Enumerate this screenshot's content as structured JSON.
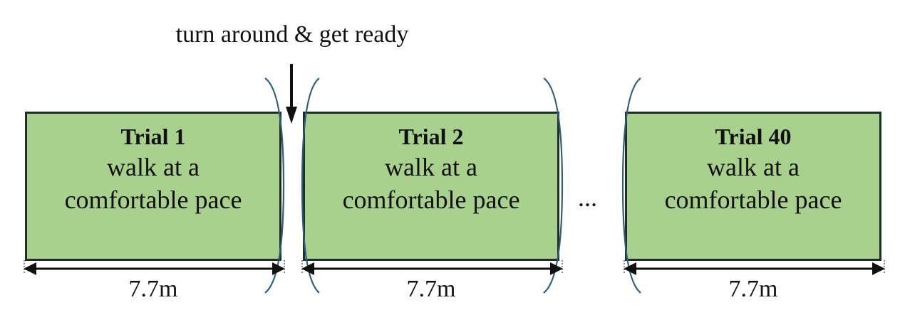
{
  "instruction": "turn around & get ready",
  "trials": [
    {
      "title": "Trial 1",
      "description": "walk at a comfortable pace",
      "distance": "7.7m"
    },
    {
      "title": "Trial 2",
      "description": "walk at a comfortable pace",
      "distance": "7.7m"
    },
    {
      "title": "Trial 40",
      "description": "walk at a comfortable pace",
      "distance": "7.7m"
    }
  ],
  "ellipsis": "...",
  "colors": {
    "box_fill": "#a9d18e",
    "box_border": "#1f2d26",
    "bracket": "#2e5f7a",
    "text": "#111111"
  }
}
